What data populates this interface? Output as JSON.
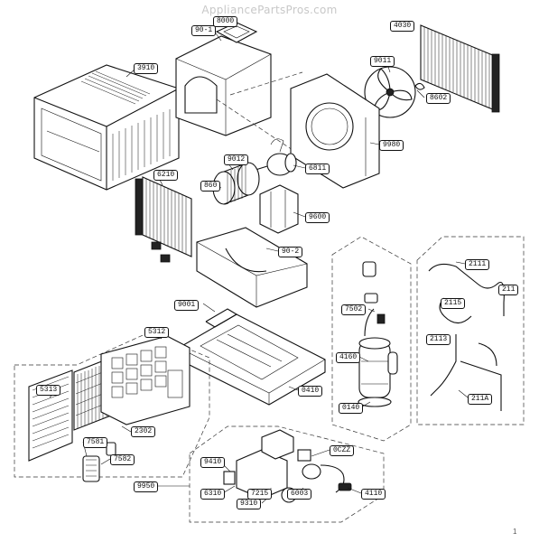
{
  "watermark": "AppliancePartsPros.com",
  "labels": {
    "p8000": "8000",
    "p901": "90-1",
    "p4030": "4030",
    "p9011": "9011",
    "p3910": "3910",
    "p8602": "8602",
    "p9980": "9980",
    "p9012": "9012",
    "p6811": "6811",
    "p6210": "6210",
    "p860": "860",
    "p9600": "9600",
    "p902": "90-2",
    "p2111": "2111",
    "p211": "211",
    "p2115": "2115",
    "p9001": "9001",
    "p7502": "7502",
    "p5312": "5312",
    "p2113": "2113",
    "p4160": "4160",
    "p5313": "5313",
    "p0410": "0410",
    "p211A": "211A",
    "p0140": "0140",
    "p2302": "2302",
    "p7581": "7581",
    "p0CZZ": "0CZZ",
    "p7582": "7582",
    "p9410": "9410",
    "p9950": "9950",
    "p6310": "6310",
    "p7215": "7215",
    "p9310": "9310",
    "p6003": "6003",
    "p4110": "4110"
  },
  "page_number": "1"
}
